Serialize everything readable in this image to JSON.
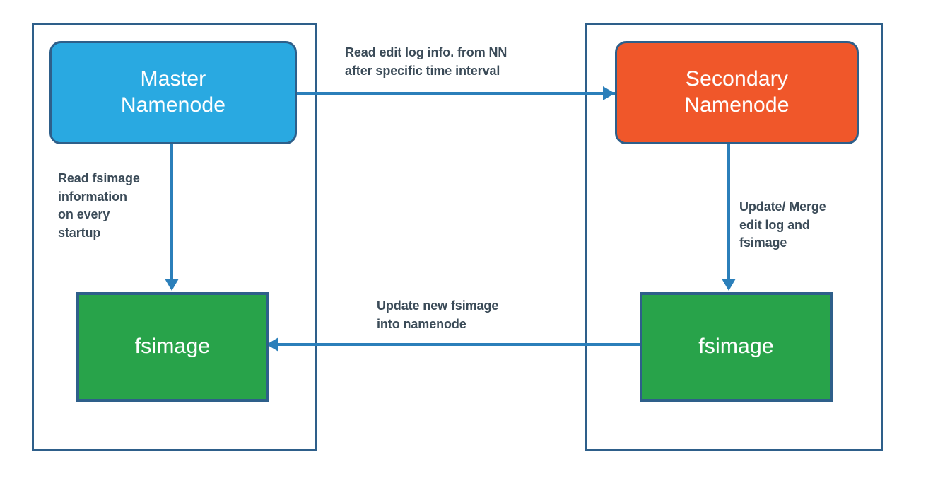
{
  "diagram": {
    "title": "Master Namenode and Secondary Namenode fsimage checkpoint flow",
    "background_color": "#ffffff",
    "containers": [
      {
        "id": "container-left",
        "name": "master-namenode-group"
      },
      {
        "id": "container-right",
        "name": "secondary-namenode-group"
      }
    ],
    "nodes": {
      "master_namenode": {
        "label": "Master\nNamenode",
        "color": "#29a9e1",
        "shape": "rounded-rect",
        "border_color": "#2e5f8a"
      },
      "secondary_namenode": {
        "label": "Secondary\nNamenode",
        "color": "#f0572a",
        "shape": "rounded-rect",
        "border_color": "#2e5f8a"
      },
      "fsimage_left": {
        "label": "fsimage",
        "color": "#28a34a",
        "shape": "rect",
        "border_color": "#2e5f8a"
      },
      "fsimage_right": {
        "label": "fsimage",
        "color": "#28a34a",
        "shape": "rect",
        "border_color": "#2e5f8a"
      }
    },
    "edges": {
      "read_edit_log": {
        "label": "Read edit log info. from NN\nafter specific time interval",
        "from": "master_namenode",
        "to": "secondary_namenode",
        "direction": "right"
      },
      "read_fsimage": {
        "label": "Read fsimage\ninformation\non every\nstartup",
        "from": "master_namenode",
        "to": "fsimage_left",
        "direction": "down"
      },
      "update_merge": {
        "label": "Update/ Merge\nedit log and\nfsimage",
        "from": "secondary_namenode",
        "to": "fsimage_right",
        "direction": "down"
      },
      "update_new": {
        "label": "Update new fsimage\ninto namenode",
        "from": "fsimage_right",
        "to": "fsimage_left",
        "direction": "left"
      }
    },
    "colors": {
      "connector": "#2b7fba",
      "label_text": "#3b4b58",
      "border": "#2e5f8a",
      "node_text": "#ffffff"
    }
  }
}
